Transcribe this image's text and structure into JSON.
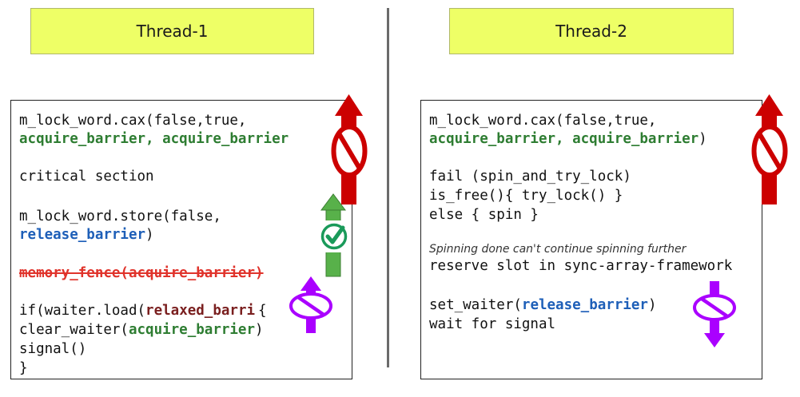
{
  "thread1": {
    "title": "Thread-1",
    "line1": "m_lock_word.cax(false,true,",
    "line2a": "acquire_barrier, acquire_barrier",
    "line3": "critical section",
    "line4": "m_lock_word.store(false,",
    "line5a": "release_barrier",
    "line5b": ")",
    "line6_struck": "memory_fence(acquire_barrier)",
    "line7a": "if(waiter.load(",
    "line7b": "relaxed_barri",
    "line7c": "{",
    "line8a": "clear_waiter(",
    "line8b": "acquire_barrier",
    "line8c": ")",
    "line9": "signal()",
    "line10": "}"
  },
  "thread2": {
    "title": "Thread-2",
    "line1": "m_lock_word.cax(false,true,",
    "line2a": "acquire_barrier, acquire_barrier",
    "line2b": ")",
    "line3": "fail (spin_and_try_lock)",
    "line4": "is_free(){ try_lock() }",
    "line5": "else { spin }",
    "note": "Spinning done can't continue spinning further",
    "line6": "reserve slot in sync-array-framework",
    "line7a": "set_waiter(",
    "line7b": "release_barrier",
    "line7c": ")",
    "line8": "wait for signal"
  },
  "icons": {
    "no_entry_color": "#cc0000",
    "check_color": "#1a9a5a",
    "green_arrow_color": "#58b14a",
    "purple_color": "#aa00ff"
  }
}
